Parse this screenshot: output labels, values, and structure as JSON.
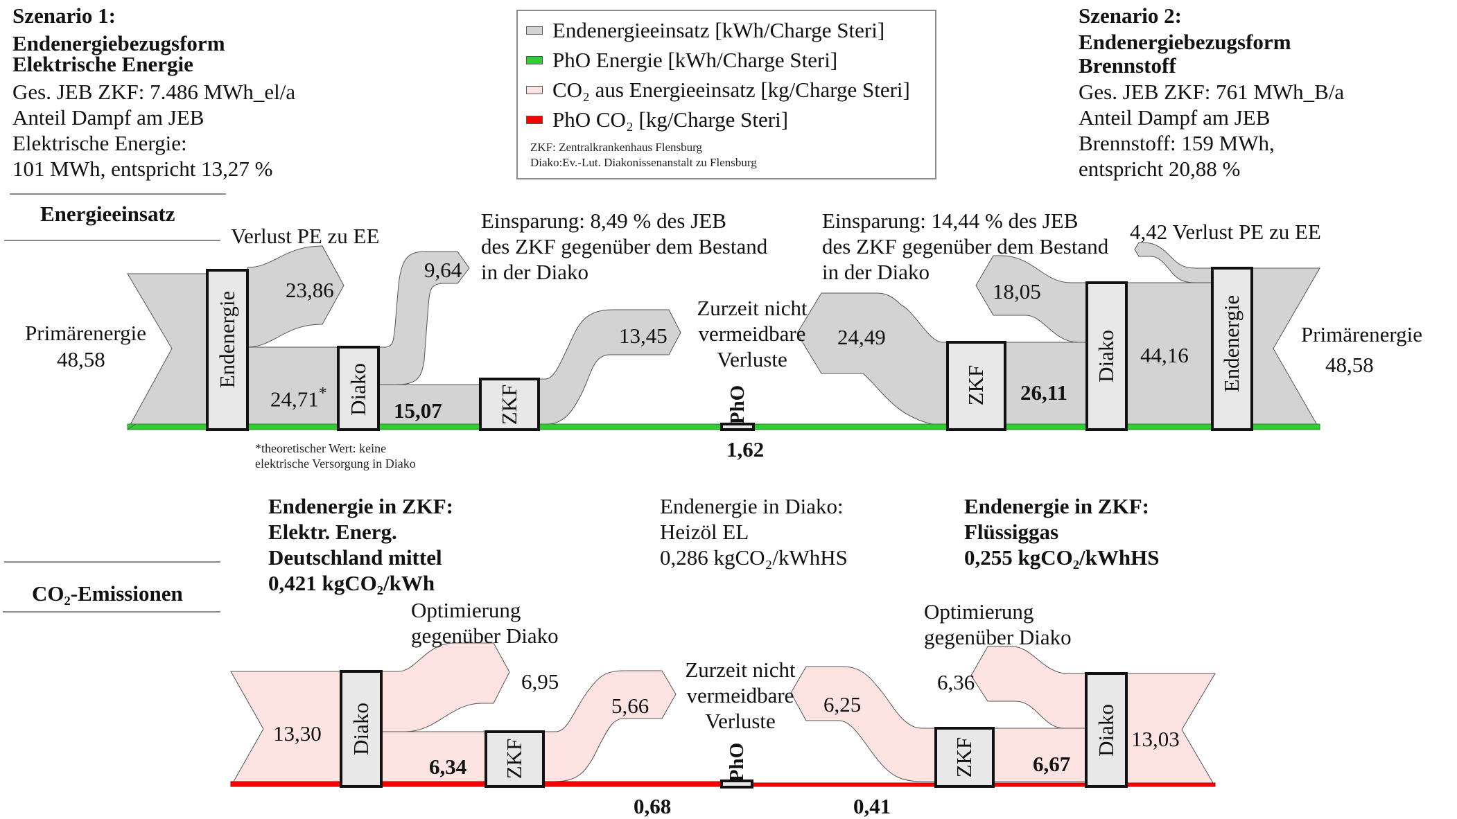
{
  "scenario1": {
    "title_lines": [
      "Szenario 1:",
      "Endenergiebezugsform",
      "Elektrische Energie"
    ],
    "info_lines": [
      "Ges. JEB ZKF: 7.486 MWh_el/a",
      "Anteil Dampf am JEB",
      "Elektrische Energie:",
      "101 MWh, entspricht 13,27 %"
    ]
  },
  "scenario2": {
    "title_lines": [
      "Szenario 2:",
      "Endenergiebezugsform",
      "Brennstoff"
    ],
    "info_lines": [
      "Ges. JEB ZKF: 761 MWh_B/a",
      "Anteil Dampf am JEB",
      "Brennstoff: 159 MWh,",
      "entspricht 20,88 %"
    ]
  },
  "legend": {
    "items": [
      {
        "label": "Endenergieeinsatz [kWh/Charge Steri]",
        "color": "#d3d3d3"
      },
      {
        "label": "PhO Energie [kWh/Charge Steri]",
        "color": "#33cc33"
      },
      {
        "label": "CO₂ aus Energieeinsatz [kg/Charge Steri]",
        "color": "#fde3e1"
      },
      {
        "label": "PhO CO₂ [kg/Charge Steri]",
        "color": "#ff0000"
      }
    ],
    "notes": [
      "ZKF: Zentralkrankenhaus Flensburg",
      "Diako:Ev.-Lut. Diakonissenanstalt zu Flensburg"
    ]
  },
  "sections": {
    "energy": "Energieeinsatz",
    "co2": "CO₂-Emissionen"
  },
  "colors": {
    "energy_flow": "#d3d3d3",
    "pho_energy": "#33cc33",
    "co2_flow": "#fde3e1",
    "pho_co2": "#ff0000",
    "node_fill": "#e8e8e8"
  },
  "energy_diagram": {
    "left": {
      "primary_label": "Primärenergie",
      "primary_value": "48,58",
      "loss_caption": "Verlust PE zu EE",
      "loss_value": "23,86",
      "endenergie_node": "Endenergie",
      "to_diako_value": "24,71",
      "asterisk": "*",
      "diako_node": "Diako",
      "savings_value": "9,64",
      "savings_lines": [
        "Einsparung: 8,49 % des JEB",
        "des ZKF gegenüber dem Bestand",
        "in der Diako"
      ],
      "to_zkf_value": "15,07",
      "zkf_node": "ZKF",
      "unavoidable_value": "13,45",
      "footnote_lines": [
        "*theoretischer Wert: keine",
        "elektrische Versorgung in Diako"
      ]
    },
    "center": {
      "unavoidable_lines": [
        "Zurzeit nicht",
        "vermeidbare",
        "Verluste"
      ],
      "pho_node": "PhO",
      "pho_value": "1,62"
    },
    "right": {
      "savings_lines": [
        "Einsparung: 14,44 % des JEB",
        "des ZKF gegenüber dem Bestand",
        "in der Diako"
      ],
      "unavoidable_value": "24,49",
      "zkf_node": "ZKF",
      "to_zkf_value": "26,11",
      "savings_value": "18,05",
      "diako_node": "Diako",
      "to_diako_value": "44,16",
      "loss_caption": "4,42 Verlust PE zu EE",
      "endenergie_node": "Endenergie",
      "primary_label": "Primärenergie",
      "primary_value": "48,58"
    }
  },
  "emission_factors": {
    "left": [
      "Endenergie in ZKF:",
      "Elektr. Energ.",
      "Deutschland mittel",
      "0,421 kgCO₂/kWh"
    ],
    "center": [
      "Endenergie in Diako:",
      "Heizöl EL",
      "0,286 kgCO₂/kWhHS"
    ],
    "right": [
      "Endenergie in ZKF:",
      "Flüssiggas",
      "0,255 kgCO₂/kWhHS"
    ]
  },
  "co2_diagram": {
    "left": {
      "input_value": "13,30",
      "diako_node": "Diako",
      "optimization_lines": [
        "Optimierung",
        "gegenüber Diako"
      ],
      "optimization_value": "6,95",
      "to_zkf_value": "6,34",
      "zkf_node": "ZKF",
      "unavoidable_value": "5,66",
      "pho_value": "0,68"
    },
    "center": {
      "unavoidable_lines": [
        "Zurzeit nicht",
        "vermeidbare",
        "Verluste"
      ],
      "pho_node": "PhO"
    },
    "right": {
      "unavoidable_value": "6,25",
      "pho_value": "0,41",
      "zkf_node": "ZKF",
      "to_zkf_value": "6,67",
      "optimization_lines": [
        "Optimierung",
        "gegenüber Diako"
      ],
      "optimization_value": "6,36",
      "diako_node": "Diako",
      "input_value": "13,03"
    }
  }
}
